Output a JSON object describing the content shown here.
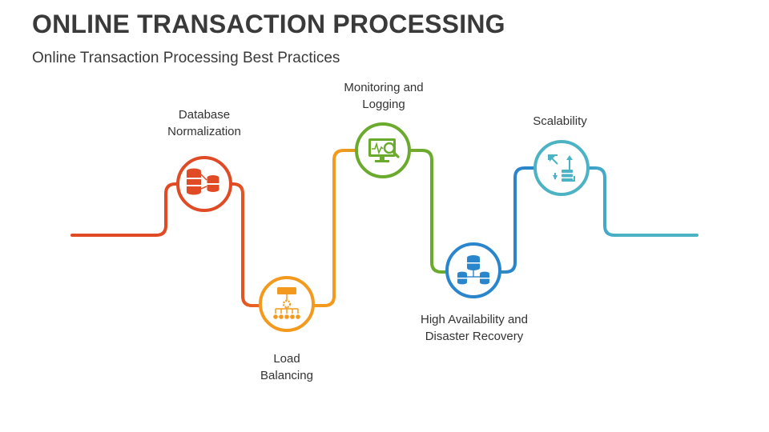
{
  "title": "ONLINE TRANSACTION PROCESSING",
  "subtitle": "Online Transaction Processing Best Practices",
  "nodes": [
    {
      "label_lines": [
        "Database",
        "Normalization"
      ],
      "icon": "database-icon",
      "color": "#e04a24"
    },
    {
      "label_lines": [
        "Load",
        "Balancing"
      ],
      "icon": "load-balancer-icon",
      "color": "#f39a1e"
    },
    {
      "label_lines": [
        "Monitoring and",
        "Logging"
      ],
      "icon": "monitor-search-icon",
      "color": "#6aab2e"
    },
    {
      "label_lines": [
        "High Availability and",
        "Disaster Recovery"
      ],
      "icon": "database-network-icon",
      "color": "#2a86cc"
    },
    {
      "label_lines": [
        "Scalability"
      ],
      "icon": "scalability-icon",
      "color": "#4cb3c4"
    }
  ]
}
